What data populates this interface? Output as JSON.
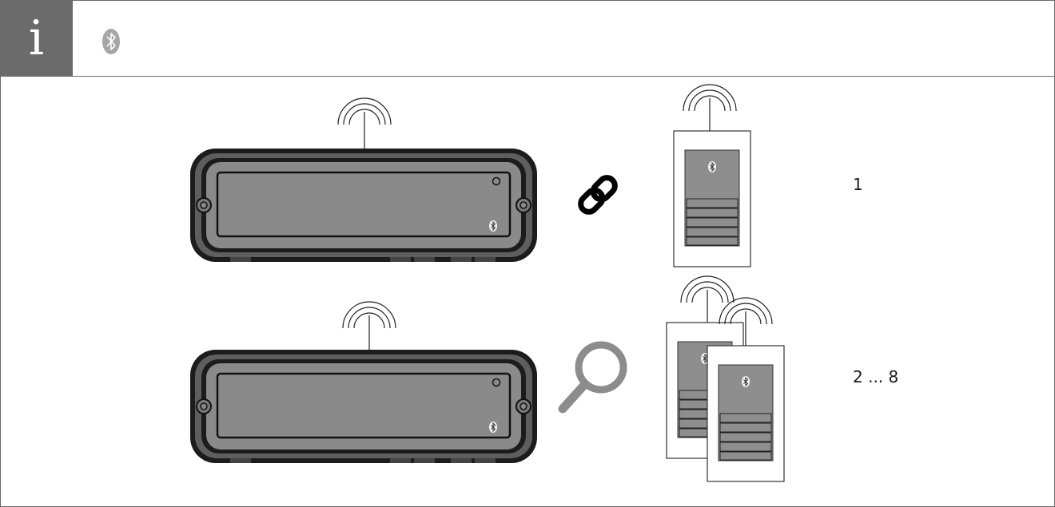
{
  "header": {
    "info_icon_letter": "i",
    "bluetooth_badge_icon": "bluetooth-icon"
  },
  "rows": [
    {
      "device_count": "1",
      "action_icon": "link-icon"
    },
    {
      "device_count": "2 ... 8",
      "action_icon": "magnifier-icon"
    }
  ],
  "colors": {
    "frame_border": "#6a6a6a",
    "info_box": "#6b6b6b",
    "device_fill": "#8a8a8a",
    "device_outline": "#111111",
    "remote_panel": "#8e8e8e",
    "magnifier": "#8c8c8c"
  }
}
